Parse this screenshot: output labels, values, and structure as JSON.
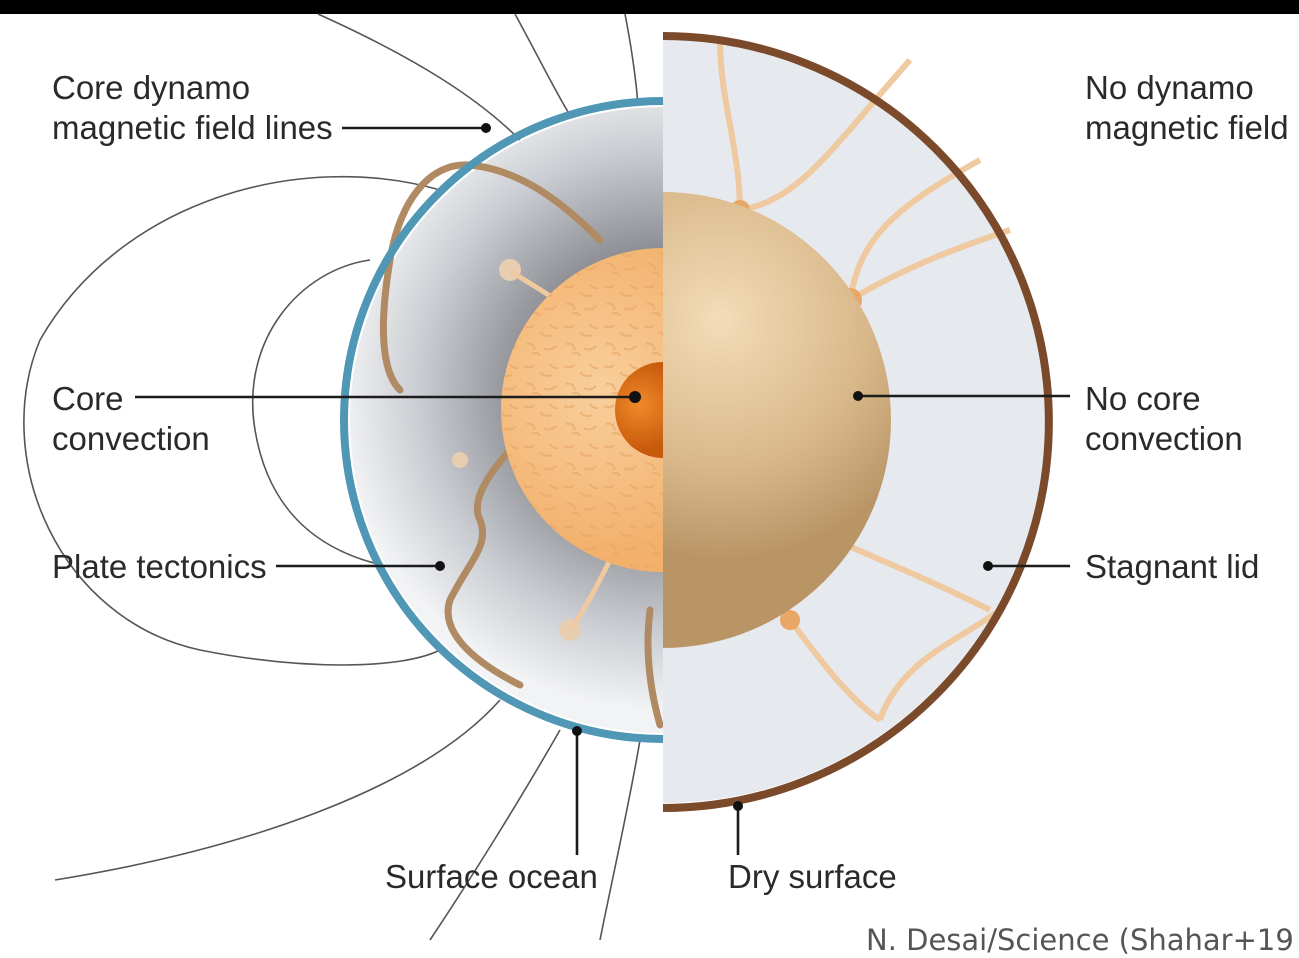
{
  "colors": {
    "background": "#ffffff",
    "frame": "#000000",
    "ocean_rim": "#4f97b4",
    "dry_rim": "#7a4a2b",
    "core_outer": "#f7c48a",
    "inner_core": "#d9670f",
    "stagnant_lid_core": "#dcbf92",
    "mantle_gray": "#8f9196",
    "mantle_light": "#e6e9ee",
    "plume": "#b08a63"
  },
  "labels": {
    "left": {
      "dynamo": [
        "Core dynamo",
        "magnetic field lines"
      ],
      "core_convection": [
        "Core",
        "convection"
      ],
      "plate_tectonics": [
        "Plate tectonics"
      ],
      "ocean": [
        "Surface ocean"
      ]
    },
    "right": {
      "no_dynamo": [
        "No dynamo",
        "magnetic field"
      ],
      "no_core_convection": [
        "No core",
        "convection"
      ],
      "stagnant_lid": [
        "Stagnant lid"
      ],
      "dry": [
        "Dry surface"
      ]
    }
  },
  "credit": "N. Desai/Science (Shahar+19"
}
